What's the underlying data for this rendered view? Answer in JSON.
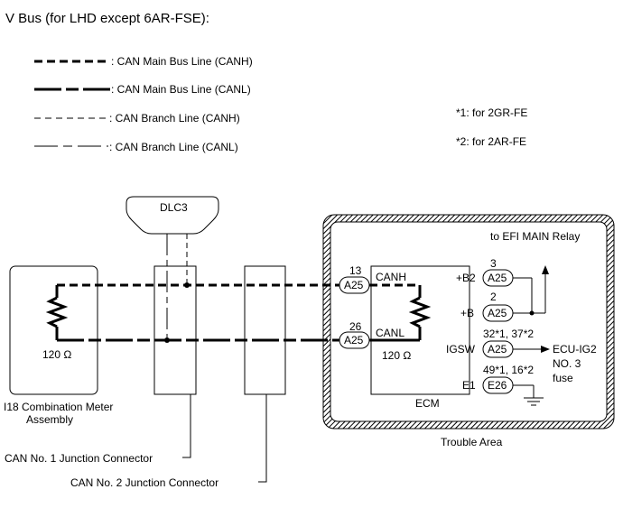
{
  "title": "V Bus (for LHD except 6AR-FSE):",
  "legend": [
    {
      "label": ": CAN Main Bus Line (CANH)"
    },
    {
      "label": ": CAN Main Bus Line (CANL)"
    },
    {
      "label": ": CAN Branch Line (CANH)"
    },
    {
      "label": ": CAN Branch Line (CANL)"
    }
  ],
  "notes": [
    "*1: for 2GR-FE",
    "*2: for 2AR-FE"
  ],
  "dlc": {
    "label": "DLC3"
  },
  "trouble_area": {
    "relay_label": "to EFI MAIN Relay",
    "label": "Trouble Area"
  },
  "combination_meter": {
    "line1": "I18 Combination Meter",
    "line2": "Assembly",
    "resistor": "120 Ω"
  },
  "junction1": {
    "label": "CAN No. 1 Junction Connector"
  },
  "junction2": {
    "label": "CAN No. 2 Junction Connector"
  },
  "ecm": {
    "label": "ECM",
    "resistor": "120 Ω",
    "canh": {
      "pin": "13",
      "connector": "A25",
      "signal": "CANH"
    },
    "canl": {
      "pin": "26",
      "connector": "A25",
      "signal": "CANL"
    },
    "b2": {
      "pin": "3",
      "connector": "A25",
      "signal": "+B2"
    },
    "b": {
      "pin": "2",
      "connector": "A25",
      "signal": "+B"
    },
    "igsw": {
      "pin": "32*1, 37*2",
      "connector": "A25",
      "signal": "IGSW"
    },
    "e1": {
      "pin": "49*1, 16*2",
      "connector": "E26",
      "signal": "E1"
    }
  },
  "ecu_ig2": {
    "line1": "ECU-IG2",
    "line2": "NO. 3",
    "line3": "fuse"
  }
}
